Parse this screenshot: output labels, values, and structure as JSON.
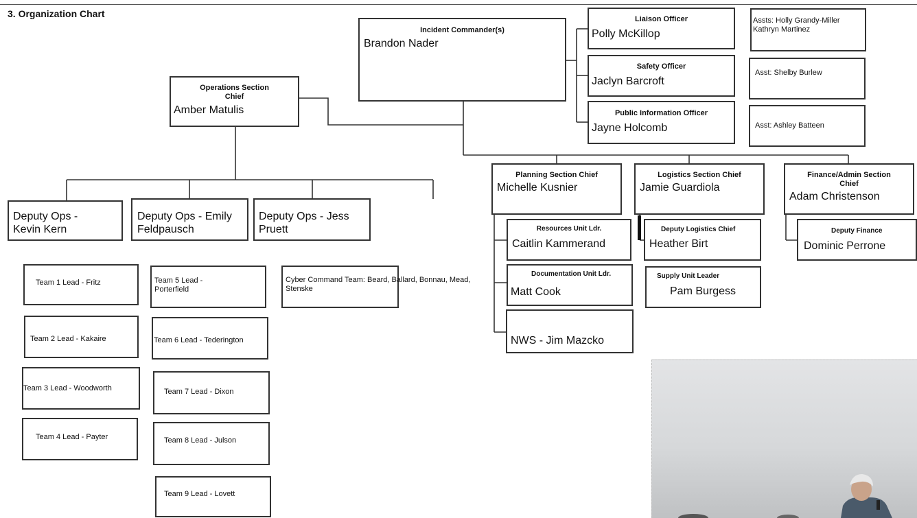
{
  "heading": "3. Organization Chart",
  "command": {
    "commander": {
      "title": "Incident Commander(s)",
      "name": "Brandon Nader"
    },
    "liaison": {
      "title": "Liaison Officer",
      "name": "Polly McKillop"
    },
    "safety": {
      "title": "Safety Officer",
      "name": "Jaclyn Barcroft"
    },
    "pio": {
      "title": "Public Information Officer",
      "name": "Jayne Holcomb"
    },
    "assists": [
      "Assts: Holly Grandy-Miller Kathryn Martinez",
      "Asst: Shelby Burlew",
      "Asst: Ashley Batteen"
    ]
  },
  "operations": {
    "chief": {
      "title": "Operations Section Chief",
      "name": "Amber Matulis"
    },
    "deputies": [
      "Deputy Ops - Kevin Kern",
      "Deputy Ops - Emily Feldpausch",
      "Deputy Ops - Jess Pruett"
    ],
    "teams": [
      "Team 1 Lead - Fritz",
      "Team 2 Lead - Kakaire",
      "Team 3 Lead - Woodworth",
      "Team 4 Lead - Payter",
      "Team 5 Lead - Porterfield",
      "Team 6 Lead - Tederington",
      "Team 7 Lead - Dixon",
      "Team 8 Lead - Julson",
      "Team 9 Lead - Lovett"
    ],
    "cyber": "Cyber Command Team: Beard, Ballard, Bonnau, Mead, Stenske"
  },
  "planning": {
    "chief": {
      "title": "Planning Section Chief",
      "name": "Michelle Kusnier"
    },
    "resources": {
      "title": "Resources Unit Ldr.",
      "name": "Caitlin Kammerand"
    },
    "documentation": {
      "title": "Documentation Unit Ldr.",
      "name": "Matt Cook"
    },
    "nws": "NWS - Jim Mazcko"
  },
  "logistics": {
    "chief": {
      "title": "Logistics Section Chief",
      "name": "Jamie Guardiola"
    },
    "deputy": {
      "title": "Deputy Logistics Chief",
      "name": "Heather Birt"
    },
    "supply": {
      "title": "Supply Unit Leader",
      "name": "Pam Burgess"
    }
  },
  "finance": {
    "chief": {
      "title": "Finance/Admin Section Chief",
      "name": "Adam Christenson"
    },
    "deputy": {
      "title": "Deputy Finance",
      "name": "Dominic Perrone"
    }
  }
}
